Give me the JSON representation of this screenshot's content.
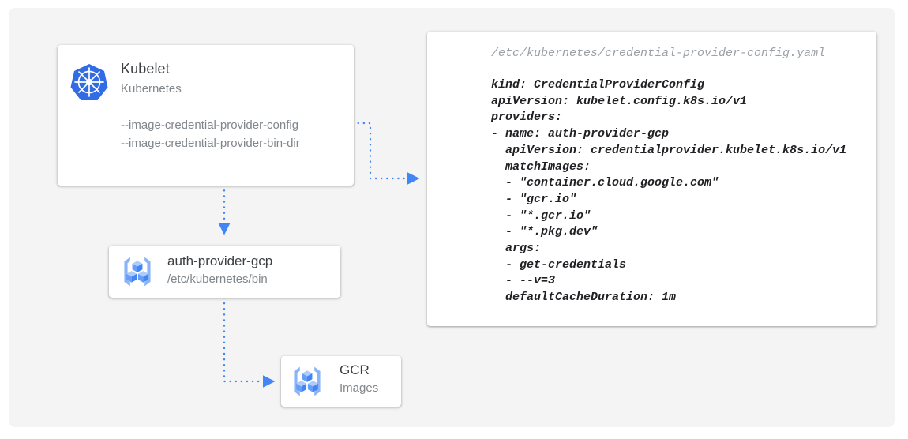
{
  "colors": {
    "canvas_bg": "#f4f4f4",
    "page_bg": "#ffffff",
    "card_bg": "#ffffff",
    "accent_blue": "#4285f4",
    "k8s_blue": "#326ce5",
    "icon_light_blue": "#8ab4f8",
    "title_text": "#3c4043",
    "muted_text": "#80868b",
    "code_text": "#202124",
    "code_filename_text": "#9aa0a6"
  },
  "kubelet_card": {
    "icon": "kubernetes-logo-icon",
    "title": "Kubelet",
    "subtitle": "Kubernetes",
    "flags": [
      "--image-credential-provider-config",
      "--image-credential-provider-bin-dir"
    ]
  },
  "auth_provider_card": {
    "icon": "gcp-container-registry-icon",
    "title": "auth-provider-gcp",
    "subtitle": "/etc/kubernetes/bin"
  },
  "gcr_card": {
    "icon": "gcp-container-registry-icon",
    "title": "GCR",
    "subtitle": "Images"
  },
  "code_card": {
    "filename": "/etc/kubernetes/credential-provider-config.yaml",
    "yaml": "kind: CredentialProviderConfig\napiVersion: kubelet.config.k8s.io/v1\nproviders:\n- name: auth-provider-gcp\n  apiVersion: credentialprovider.kubelet.k8s.io/v1\n  matchImages:\n  - \"container.cloud.google.com\"\n  - \"gcr.io\"\n  - \"*.gcr.io\"\n  - \"*.pkg.dev\"\n  args:\n  - get-credentials\n  - --v=3\n  defaultCacheDuration: 1m"
  },
  "connectors": [
    {
      "name": "kubelet-to-config-file",
      "from": "kubelet-card",
      "to": "code-card"
    },
    {
      "name": "kubelet-to-auth-provider",
      "from": "kubelet-card",
      "to": "auth-provider-card"
    },
    {
      "name": "auth-provider-to-gcr",
      "from": "auth-provider-card",
      "to": "gcr-card"
    }
  ]
}
